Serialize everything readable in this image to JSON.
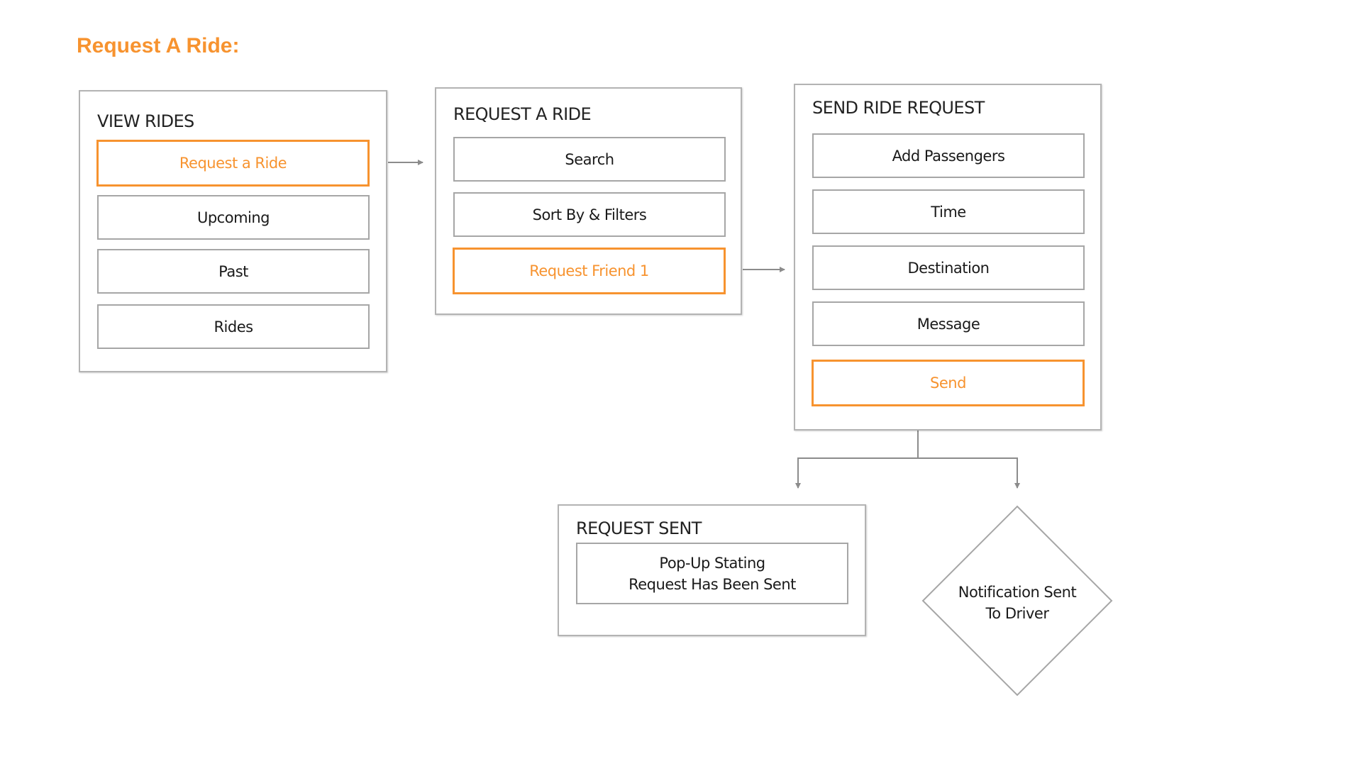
{
  "title": "Request A Ride:",
  "colors": {
    "accent": "#f7932f",
    "border": "#a6a6a6",
    "text": "#1a1a1a",
    "connector": "#8c8c8c"
  },
  "view_rides": {
    "title": "VIEW RIDES",
    "items": [
      {
        "label": "Request a Ride",
        "highlighted": true
      },
      {
        "label": "Upcoming",
        "highlighted": false
      },
      {
        "label": "Past",
        "highlighted": false
      },
      {
        "label": "Rides",
        "highlighted": false
      }
    ]
  },
  "request_a_ride": {
    "title": "REQUEST A RIDE",
    "items": [
      {
        "label": "Search",
        "highlighted": false
      },
      {
        "label": "Sort By & Filters",
        "highlighted": false
      },
      {
        "label": "Request Friend 1",
        "highlighted": true
      }
    ]
  },
  "send_ride_request": {
    "title": "SEND RIDE REQUEST",
    "items": [
      {
        "label": "Add Passengers",
        "highlighted": false
      },
      {
        "label": "Time",
        "highlighted": false
      },
      {
        "label": "Destination",
        "highlighted": false
      },
      {
        "label": "Message",
        "highlighted": false
      },
      {
        "label": "Send",
        "highlighted": true
      }
    ]
  },
  "request_sent": {
    "title": "REQUEST SENT",
    "popup_line1": "Pop-Up Stating",
    "popup_line2": "Request Has Been Sent"
  },
  "notification": {
    "line1": "Notification Sent",
    "line2": "To Driver"
  }
}
